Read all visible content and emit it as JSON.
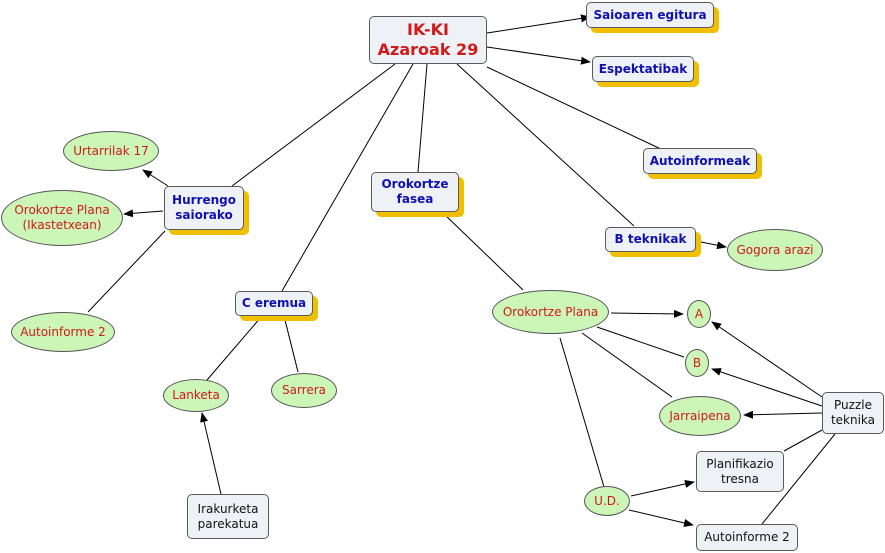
{
  "root": {
    "line1": "IK-KI",
    "line2": "Azaroak 29"
  },
  "topics": {
    "saioaren_egitura": "Saioaren egitura",
    "espektatibak": "Espektatibak",
    "autoinformeak": "Autoinformeak",
    "b_teknikak": "B teknikak",
    "orokortze_fasea": "Orokortze\nfasea",
    "hurrengo_saiorako": "Hurrengo\nsaiorako",
    "c_eremua": "C eremua"
  },
  "leaves": {
    "urtarrilak": "Urtarrilak 17",
    "orokortze_plana_ikastetxean": "Orokortze Plana\n(Ikastetxean)",
    "autoinforme2_left": "Autoinforme 2",
    "lanketa": "Lanketa",
    "sarrera": "Sarrera",
    "irakurketa": "Irakurketa\nparekatua",
    "gogora_arazi": "Gogora arazi",
    "orokortze_plana": "Orokortze Plana",
    "a": "A",
    "b": "B",
    "jarraipena": "Jarraipena",
    "ud": "U.D.",
    "planifikazio": "Planifikazio\ntresna",
    "autoinforme2_right": "Autoinforme 2",
    "puzzle": "Puzzle\nteknika"
  },
  "colors": {
    "topic_text": "#1010b0",
    "leaf_text": "#d01a1a",
    "oval_fill": "#ccf5b8",
    "box_fill": "#eef2f6",
    "shadow": "#f0c000"
  }
}
